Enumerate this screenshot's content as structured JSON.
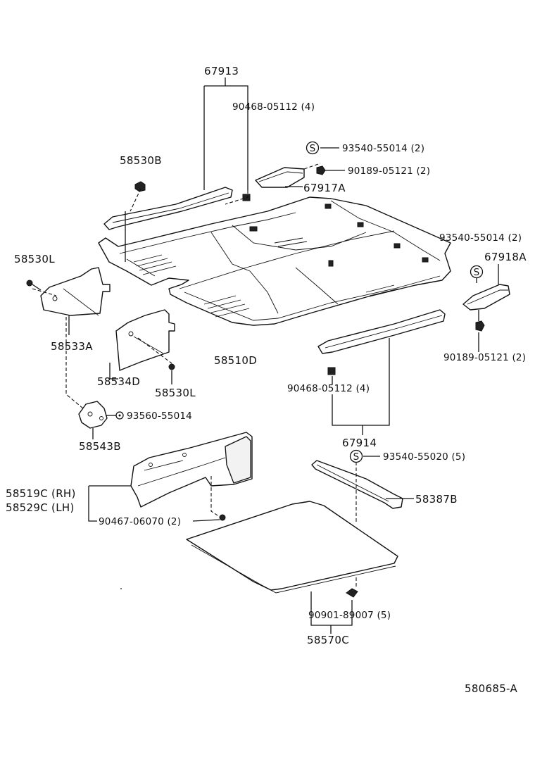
{
  "diagram_code": "580685-A",
  "symbol_s": "S",
  "labels": {
    "p67913": "67913",
    "p90468_top": "90468-05112 (4)",
    "p93540_55014_top": "93540-55014 (2)",
    "p58530B": "58530B",
    "p90189_top": "90189-05121 (2)",
    "p67917A": "67917A",
    "p58530L_left": "58530L",
    "p93540_55014_right": "93540-55014 (2)",
    "p67918A": "67918A",
    "p58533A": "58533A",
    "p58510D": "58510D",
    "p90189_right": "90189-05121 (2)",
    "p58534D": "58534D",
    "p58530L_mid": "58530L",
    "p90468_mid": "90468-05112 (4)",
    "p93560": "93560-55014",
    "p58543B": "58543B",
    "p67914": "67914",
    "p93540_55020": "93540-55020 (5)",
    "p58519C": "58519C (RH)",
    "p58529C": "58529C (LH)",
    "p58387B": "58387B",
    "p90467": "90467-06070 (2)",
    "p90901": "90901-89007 (5)",
    "p58570C": "58570C"
  }
}
